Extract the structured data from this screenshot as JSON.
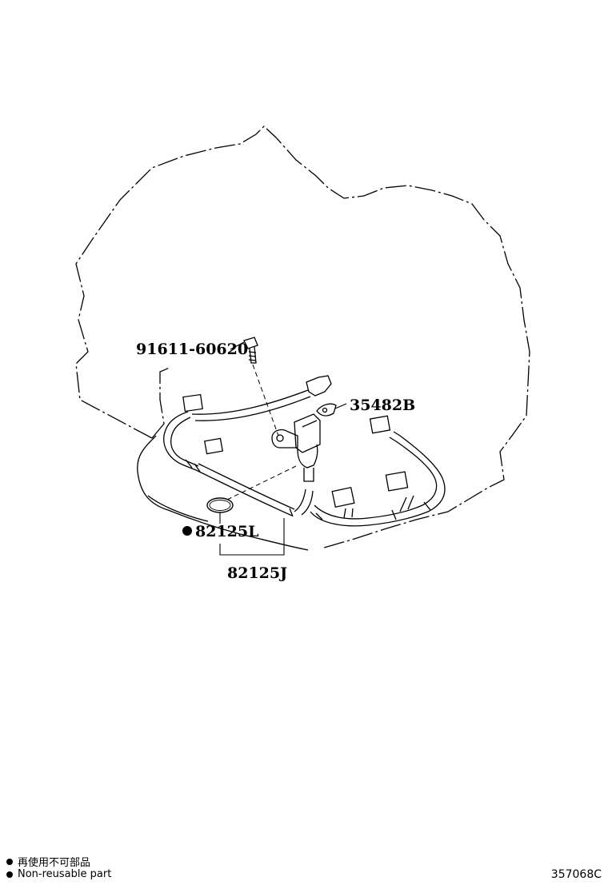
{
  "labels": {
    "bolt": "91611-60620",
    "clamp": "35482B",
    "oring": "82125L",
    "harness": "82125J"
  },
  "legend": {
    "jp": "再使用不可部品",
    "en": "Non-reusable part"
  },
  "diagram_code": "357068C"
}
